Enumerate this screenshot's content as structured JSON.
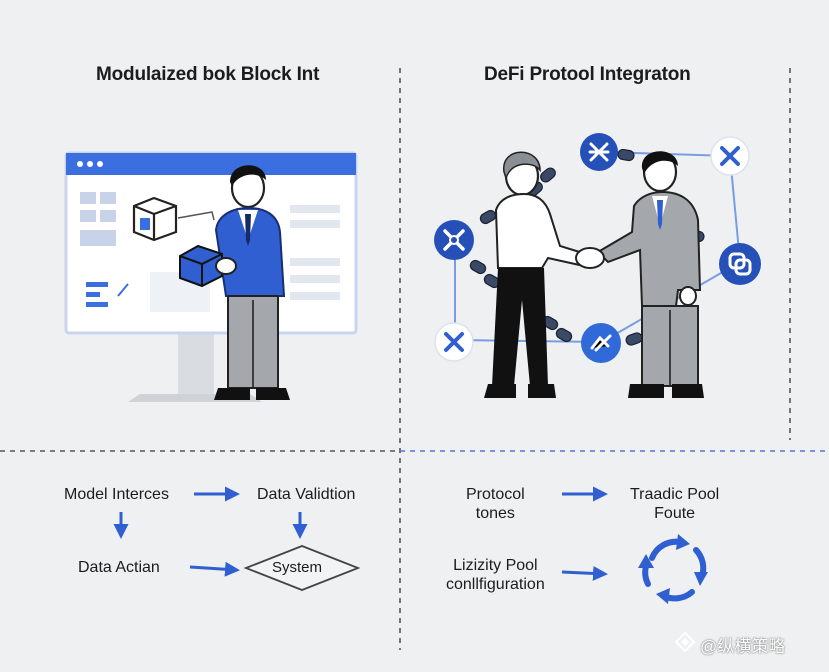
{
  "left_panel": {
    "title": "Modulaized bok Block Int",
    "flow": {
      "model": "Model Interces",
      "validation": "Data Validtion",
      "action": "Data Actian",
      "system": "System"
    }
  },
  "right_panel": {
    "title": "DeFi Protool Integraton",
    "flow": {
      "protocol_line1": "Protocol",
      "protocol_line2": "tones",
      "trade_line1": "Traadic Pool",
      "trade_line2": "Foute",
      "liquidity_line1": "Lizizity Pool",
      "liquidity_line2": "conllfiguration"
    }
  },
  "watermark": {
    "text": "@纵横策略"
  },
  "colors": {
    "accent": "#2f5fd0",
    "icon_dark": "#2550b8",
    "line": "#333333",
    "background": "#eef0f2"
  }
}
